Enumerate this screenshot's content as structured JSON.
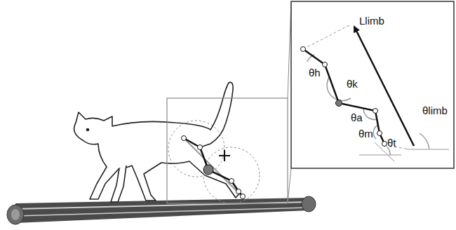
{
  "diagram": {
    "labels": [
      "θh",
      "θk",
      "θa",
      "θm",
      "θt",
      "Llimb",
      "θlimb"
    ]
  }
}
